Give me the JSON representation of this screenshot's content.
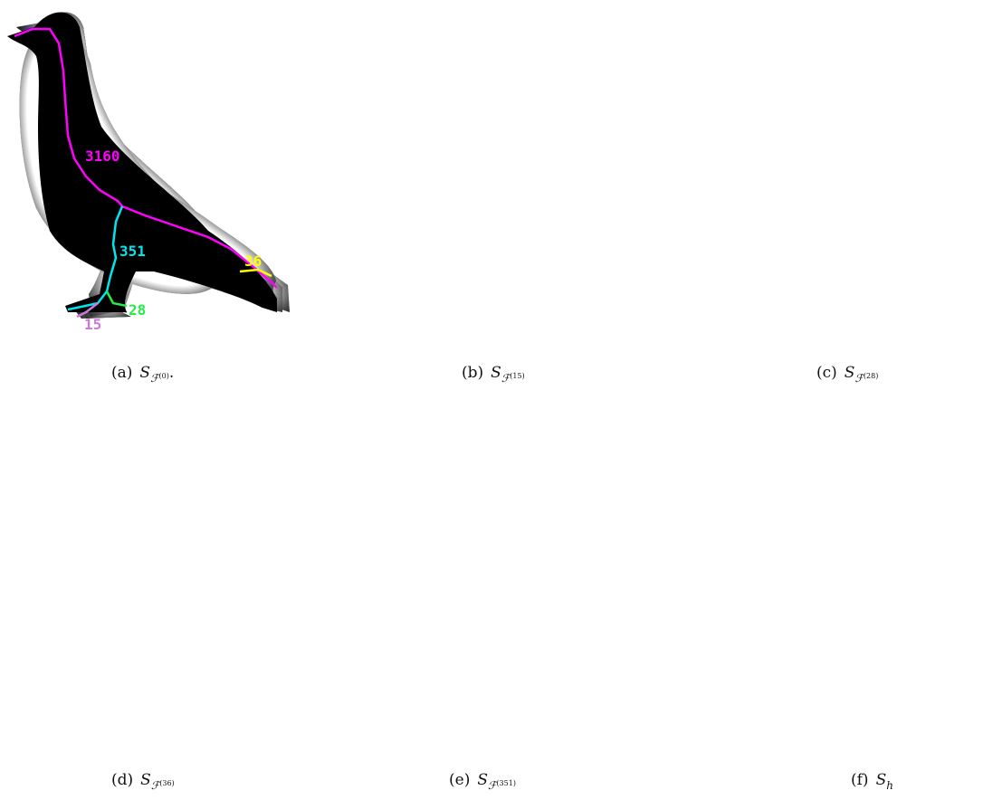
{
  "figure": {
    "panels": [
      {
        "id": "a",
        "label": "(a)",
        "symbol": "S",
        "subscript": "ℱ",
        "superscript": "(0)",
        "trail": "."
      },
      {
        "id": "b",
        "label": "(b)",
        "symbol": "S",
        "subscript": "ℱ",
        "superscript": "(15)",
        "trail": ""
      },
      {
        "id": "c",
        "label": "(c)",
        "symbol": "S",
        "subscript": "ℱ",
        "superscript": "(28)",
        "trail": ""
      },
      {
        "id": "d",
        "label": "(d)",
        "symbol": "S",
        "subscript": "ℱ",
        "superscript": "(36)",
        "trail": ""
      },
      {
        "id": "e",
        "label": "(e)",
        "symbol": "S",
        "subscript": "ℱ",
        "superscript": "(351)",
        "trail": ""
      },
      {
        "id": "f",
        "label": "(f)",
        "symbol": "S",
        "subscript": "h",
        "superscript": "",
        "trail": ""
      }
    ],
    "branch_labels": {
      "main": "3160",
      "leg": "351",
      "tail": "36",
      "toe_front": "28",
      "toe_back": "15"
    },
    "colors": {
      "skeleton_thin": "#4a2cc4",
      "skeleton_raw": "#8a1a7a",
      "branch_main": "#ff00ff",
      "branch_leg": "#00e5ee",
      "branch_tail": "#ffff00",
      "branch_toe_front": "#22ee44",
      "branch_toe_back": "#cc77dd",
      "silhouette": "#000000"
    }
  }
}
